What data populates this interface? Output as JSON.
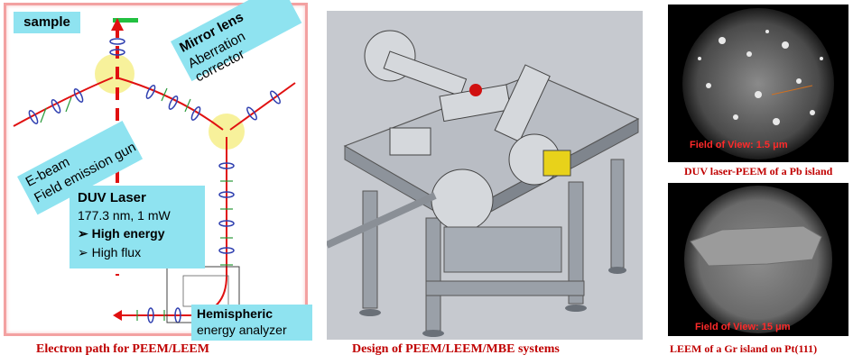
{
  "path_panel": {
    "sample": "sample",
    "mirror_lens": "Mirror lens",
    "aberration_corrector": "Aberration corrector",
    "ebeam": "E-beam",
    "field_emission_gun": "Field emission gun",
    "duv_laser_title": "DUV Laser",
    "duv_laser_spec": "177.3 nm, 1 mW",
    "bullet_high_energy": "➢ High energy",
    "bullet_high_flux": "➢ High flux",
    "hemispheric": "Hemispheric",
    "energy_analyzer": "energy analyzer",
    "colors": {
      "beam": "#e01010",
      "laser_dash": "#e01010",
      "label_bg": "#8fe3f0",
      "lens": "#3040b0",
      "deflector": "#2a9a3a",
      "hub": "#f6ef8a"
    }
  },
  "microscopy": {
    "top_fov": "Field of View: 1.5 μm",
    "bottom_fov": "Field of View: 15 μm"
  },
  "captions": {
    "electron_path": "Electron path for PEEM/LEEM",
    "design": "Design of PEEM/LEEM/MBE systems",
    "pb_island": "DUV laser-PEEM of a Pb island",
    "gr_island": "LEEM of a Gr island on Pt(111)"
  }
}
